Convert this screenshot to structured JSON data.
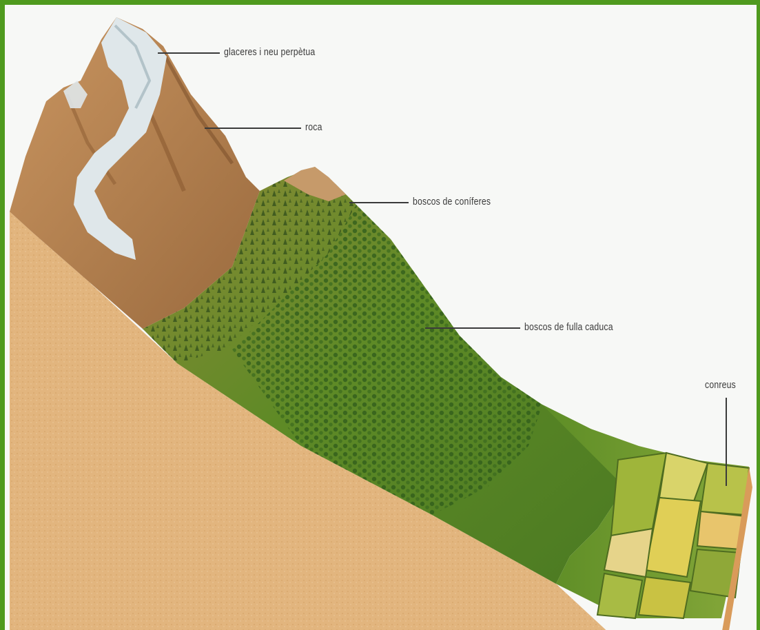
{
  "labels": {
    "glaciers": "glaceres i neu perpètua",
    "rock": "roca",
    "conifers": "boscos de coníferes",
    "deciduous": "boscos de fulla caduca",
    "crops": "conreus"
  },
  "colors": {
    "frame": "#4f9a1e",
    "soil": "#e2b57e",
    "rock": "#b9824f",
    "snow": "#dfe7ea",
    "conifer_forest": "#6f8a2c",
    "deciduous_forest": "#4f7a24",
    "fields": "#c9c243"
  }
}
